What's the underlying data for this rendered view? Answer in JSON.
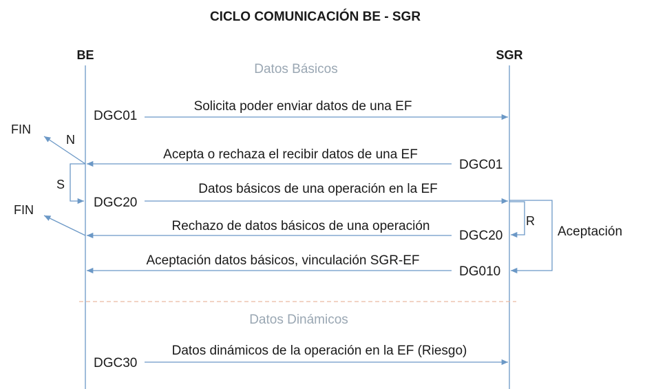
{
  "title": "CICLO COMUNICACIÓN BE - SGR",
  "actors": {
    "left": "BE",
    "right": "SGR"
  },
  "sections": {
    "basic": "Datos Básicos",
    "dynamic": "Datos Dinámicos"
  },
  "messages": [
    {
      "code": "DGC01",
      "text": "Solicita poder enviar datos de una EF"
    },
    {
      "code": "DGC01",
      "text": "Acepta o rechaza el recibir datos de una EF"
    },
    {
      "code": "DGC20",
      "text": "Datos básicos de una operación en la EF"
    },
    {
      "code": "DGC20",
      "text": "Rechazo de datos básicos de una operación"
    },
    {
      "code": "DG010",
      "text": "Aceptación datos básicos, vinculación SGR-EF"
    },
    {
      "code": "DGC30",
      "text": "Datos dinámicos de la operación en la EF (Riesgo)"
    }
  ],
  "branches": {
    "fin_1": "FIN",
    "fin_2": "FIN",
    "no": "N",
    "yes": "S",
    "reject": "R",
    "accept": "Aceptación"
  },
  "colors": {
    "line": "#6b98c6",
    "divider": "#e9b9a0",
    "section_text": "#9aa7b3",
    "text": "#1a1a1a"
  }
}
